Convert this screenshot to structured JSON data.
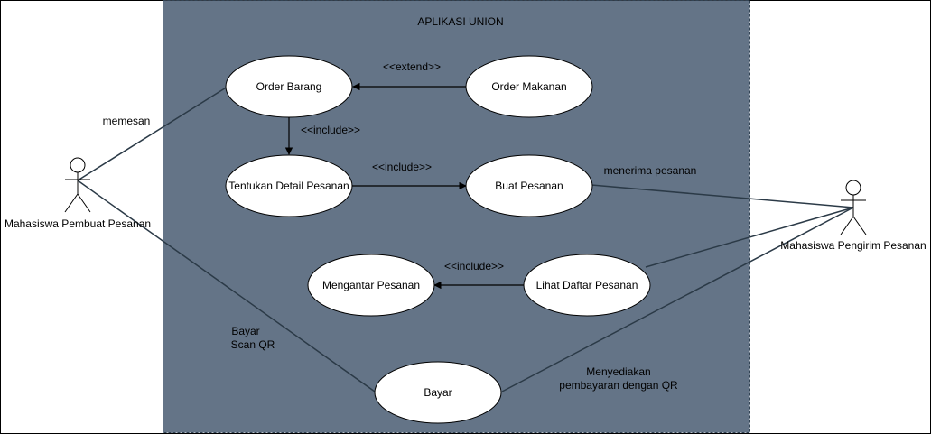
{
  "system": {
    "title": "APLIKASI UNION",
    "fill": "#647487",
    "stroke": "#314354"
  },
  "actors": {
    "buyer": {
      "name": "Mahasiswa Pembuat Pesanan"
    },
    "courier": {
      "name": "Mahasiswa Pengirim Pesanan"
    }
  },
  "use_cases": {
    "order_barang": "Order Barang",
    "order_makanan": "Order Makanan",
    "tentukan_detail": "Tentukan Detail Pesanan",
    "buat_pesanan": "Buat Pesanan",
    "lihat_daftar": "Lihat Daftar Pesanan",
    "mengantar": "Mengantar Pesanan",
    "bayar": "Bayar"
  },
  "relations": {
    "extend_label": "<<extend>>",
    "include_order_detail": "<<include>>",
    "include_detail_buat": "<<include>>",
    "include_lihat_antar": "<<include>>"
  },
  "association_labels": {
    "memesan": "memesan",
    "menerima_pesanan": "menerima pesanan",
    "bayar_line1": "Bayar",
    "bayar_line2": "Scan QR",
    "menyediakan_line1": "Menyediakan",
    "menyediakan_line2": "pembayaran dengan QR"
  },
  "colors": {
    "ellipse_fill": "#ffffff",
    "line": "#000000",
    "assoc_line": "#2b3a47",
    "frame": "#000000"
  }
}
